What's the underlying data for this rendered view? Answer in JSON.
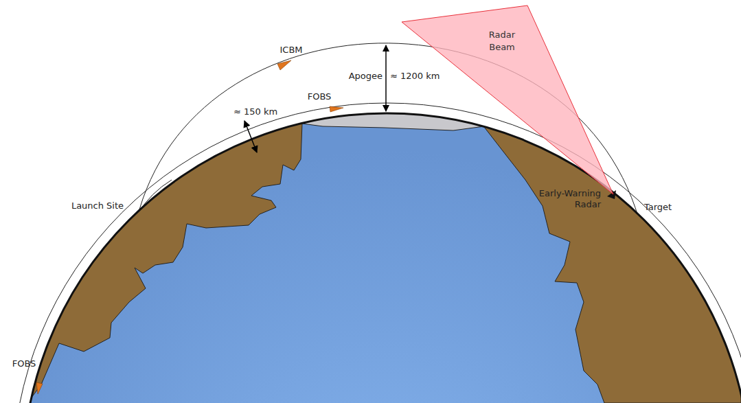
{
  "diagram": {
    "nodes": [
      {
        "text": [
          "Radar Beam"
        ]
      }
    ],
    "labels": [
      "ICBM",
      "Apogee",
      "≈ 1200 km",
      "FOBS",
      "≈ 150 km",
      "Launch Site",
      "Early-Warning Radar",
      "Target",
      "FOBS"
    ]
  }
}
